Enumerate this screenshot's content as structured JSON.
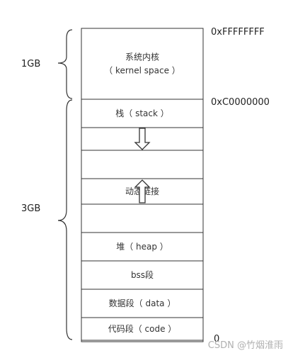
{
  "segments": [
    {
      "lines": [
        "系统内核",
        "（ kernel space ）"
      ]
    },
    {
      "lines": [
        "栈（ stack ）"
      ]
    },
    {
      "lines": []
    },
    {
      "lines": []
    },
    {
      "lines": [
        "动态链接"
      ]
    },
    {
      "lines": []
    },
    {
      "lines": [
        "堆（ heap ）"
      ]
    },
    {
      "lines": [
        "bss段"
      ]
    },
    {
      "lines": [
        "数据段（ data ）"
      ]
    },
    {
      "lines": [
        "代码段（ code ）"
      ]
    },
    {
      "lines": []
    }
  ],
  "addresses": {
    "top": "0xFFFFFFFF",
    "kernel_boundary": "0xC0000000",
    "bottom": "0"
  },
  "sizes": {
    "kernel": "1GB",
    "user": "3GB"
  },
  "arrows": {
    "stack_growth": "down",
    "heap_growth": "up"
  },
  "watermark": "CSDN @竹烟淮雨"
}
